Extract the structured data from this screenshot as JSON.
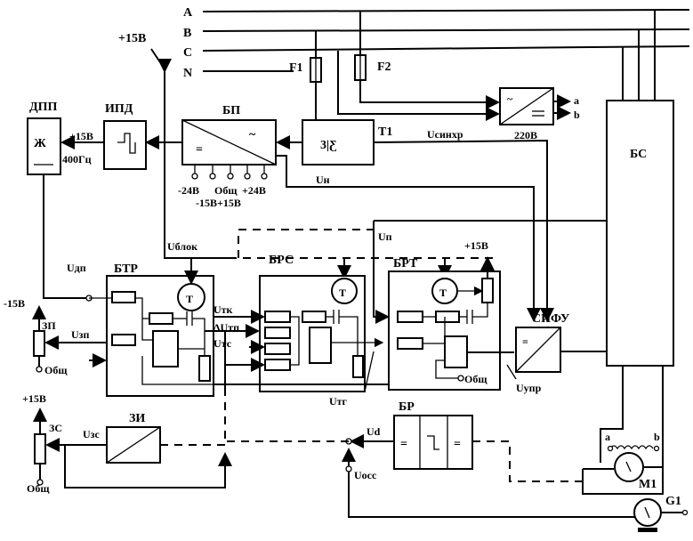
{
  "bus": {
    "a": "A",
    "b": "B",
    "c": "C",
    "n": "N"
  },
  "supply_plus15_top": "+15В",
  "fuses": {
    "f1": "F1",
    "f2": "F2"
  },
  "blocks": {
    "dpp": "ДПП",
    "ipd": "ИПД",
    "bp": "БП",
    "t1": "T1",
    "bs": "БС",
    "btr": "БТР",
    "brs": "БРС",
    "brt": "БРТ",
    "sifu": "СИФУ",
    "zi": "ЗИ",
    "br": "БР",
    "zp": "ЗП",
    "zs": "ЗС",
    "m1": "M1",
    "g1": "G1"
  },
  "labels": {
    "dpp_plus15": "+15В",
    "dpp_freq": "400Гц",
    "bp_minus24": "-24В",
    "bp_common": "Общ",
    "bp_plus24": "+24В",
    "bp_pm15": "-15В+15В",
    "u_n": "Uн",
    "u_sync": "Uсинхр",
    "v220": "220В",
    "excitation_a": "a",
    "excitation_b": "b",
    "u_block": "Uблок",
    "u_dp": "Uдп",
    "minus15": "-15В",
    "u_zp": "Uзп",
    "zp_common": "Общ",
    "u_tk": "Uтк",
    "delta_u_tp": "ΔUтп",
    "u_ts": "Uтс",
    "u_p": "Uп",
    "brt_plus15": "+15В",
    "brt_common": "Общ",
    "u_tg": "Uтг",
    "u_upr": "Uупр",
    "zs_plus15": "+15В",
    "zs_common": "Общ",
    "u_zs": "Uзс",
    "u_d": "Ud",
    "u_oss": "Uосс",
    "field_a": "a",
    "field_b": "b"
  }
}
